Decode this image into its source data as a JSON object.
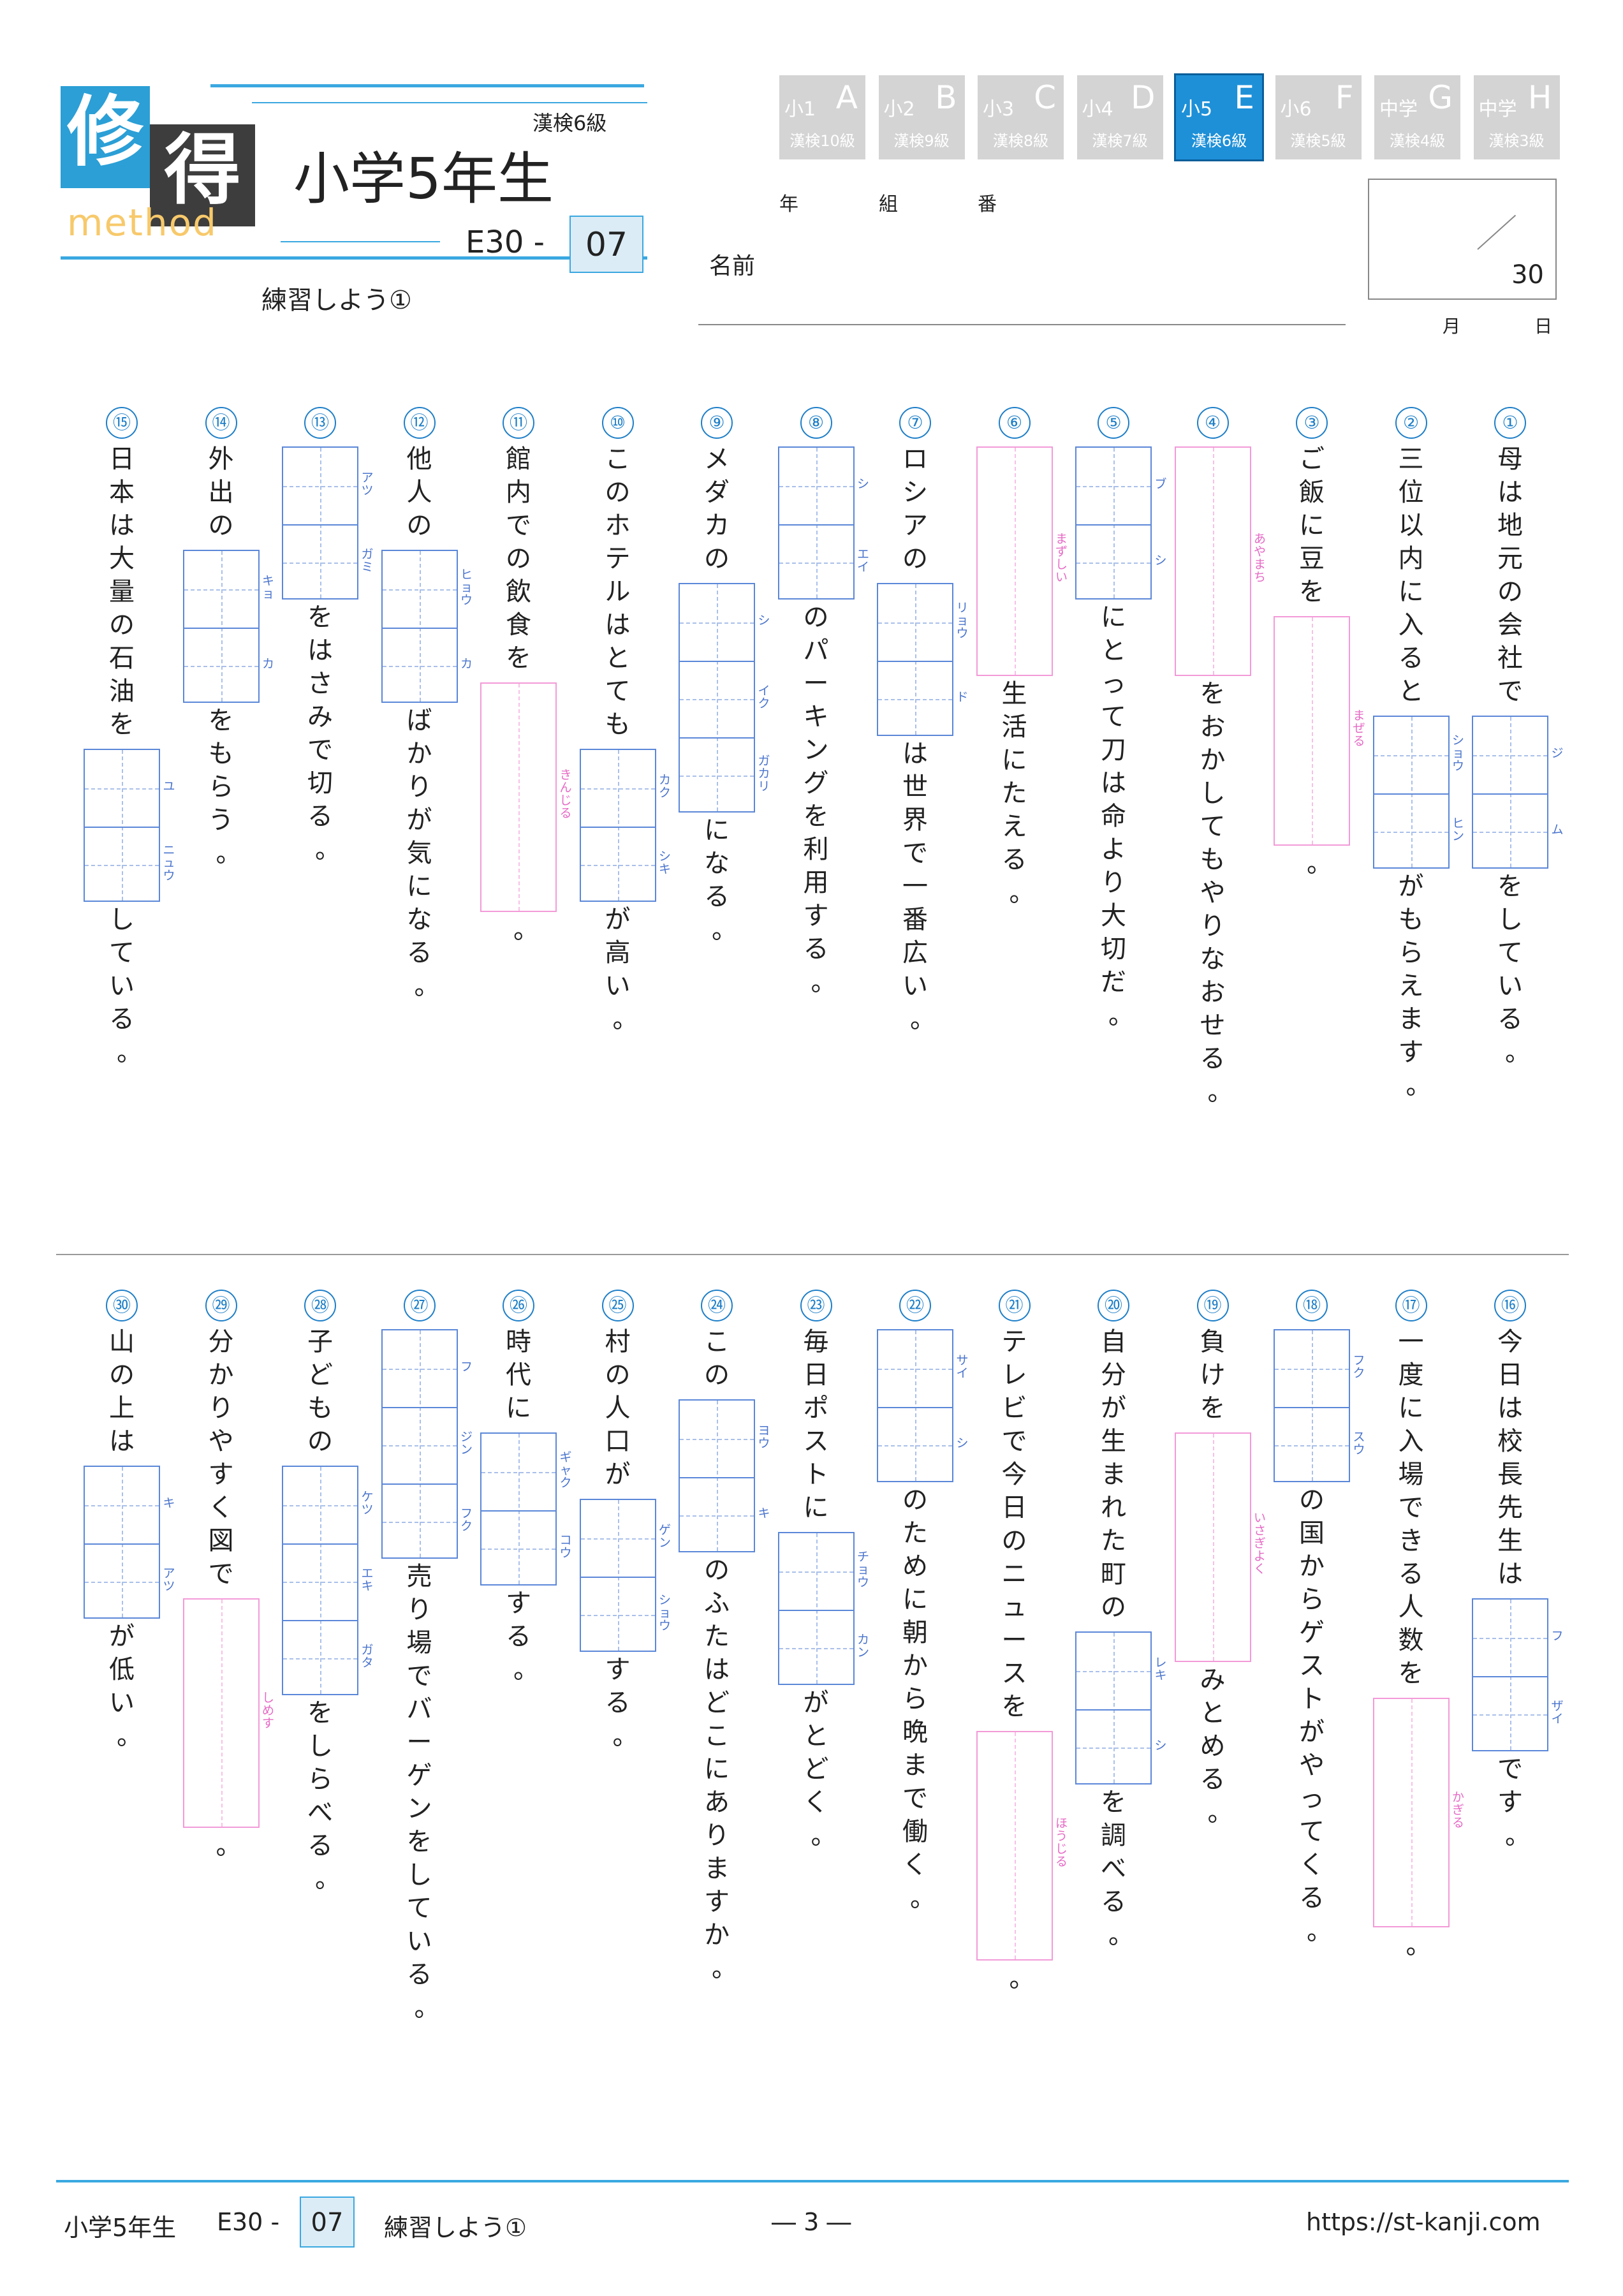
{
  "header": {
    "logo_chars": [
      "修",
      "得"
    ],
    "logo_sub": "method",
    "kanken_level": "漢検6級",
    "grade_title": "小学5年生",
    "code_prefix": "E30 -",
    "code_number": "07",
    "subtitle": "練習しよう①",
    "year_label": "年",
    "class_label": "組",
    "number_label": "番",
    "name_label": "名前",
    "score_total": "30",
    "month_label": "月",
    "day_label": "日"
  },
  "grade_tabs": [
    {
      "grade": "小1",
      "letter": "A",
      "kanken": "漢検10級",
      "active": false
    },
    {
      "grade": "小2",
      "letter": "B",
      "kanken": "漢検9級",
      "active": false
    },
    {
      "grade": "小3",
      "letter": "C",
      "kanken": "漢検8級",
      "active": false
    },
    {
      "grade": "小4",
      "letter": "D",
      "kanken": "漢検7級",
      "active": false
    },
    {
      "grade": "小5",
      "letter": "E",
      "kanken": "漢検6級",
      "active": true
    },
    {
      "grade": "小6",
      "letter": "F",
      "kanken": "漢検5級",
      "active": false
    },
    {
      "grade": "中学",
      "letter": "G",
      "kanken": "漢検4級",
      "active": false
    },
    {
      "grade": "中学",
      "letter": "H",
      "kanken": "漢検3級",
      "active": false
    }
  ],
  "colors": {
    "accent": "#2b9fd6",
    "box_blue": "#5b87d8",
    "box_pink": "#f39ad8"
  },
  "questions_top": [
    {
      "num": "①",
      "parts": [
        {
          "t": "母は地元の会社で"
        },
        {
          "box": "blue",
          "furi": [
            "ジ",
            "ム"
          ]
        },
        {
          "t": "をしている。"
        }
      ]
    },
    {
      "num": "②",
      "parts": [
        {
          "t": "三位以内に入ると"
        },
        {
          "box": "blue",
          "furi": [
            "ショウ",
            "ヒン"
          ]
        },
        {
          "t": "がもらえます。"
        }
      ]
    },
    {
      "num": "③",
      "parts": [
        {
          "t": "ご飯に豆を"
        },
        {
          "box": "pink",
          "furi": [
            "まぜる"
          ]
        },
        {
          "t": "。"
        }
      ]
    },
    {
      "num": "④",
      "parts": [
        {
          "box": "pink",
          "furi": [
            "あやまち"
          ]
        },
        {
          "t": "をおかしてもやりなおせる。"
        }
      ]
    },
    {
      "num": "⑤",
      "parts": [
        {
          "box": "blue",
          "furi": [
            "ブ",
            "シ"
          ]
        },
        {
          "t": "にとって刀は命より大切だ。"
        }
      ]
    },
    {
      "num": "⑥",
      "parts": [
        {
          "box": "pink",
          "furi": [
            "まずしい"
          ]
        },
        {
          "t": "生活にたえる。"
        }
      ]
    },
    {
      "num": "⑦",
      "parts": [
        {
          "t": "ロシアの"
        },
        {
          "box": "blue",
          "furi": [
            "リョウ",
            "ド"
          ]
        },
        {
          "t": "は世界で一番広い。"
        }
      ]
    },
    {
      "num": "⑧",
      "parts": [
        {
          "box": "blue",
          "furi": [
            "シ",
            "エイ"
          ]
        },
        {
          "t": "のパーキングを利用する。"
        }
      ]
    },
    {
      "num": "⑨",
      "parts": [
        {
          "t": "メダカの"
        },
        {
          "box": "blue",
          "furi": [
            "シ",
            "イク",
            "ガカリ"
          ]
        },
        {
          "t": "になる。"
        }
      ]
    },
    {
      "num": "⑩",
      "parts": [
        {
          "t": "このホテルはとても"
        },
        {
          "box": "blue",
          "furi": [
            "カク",
            "シキ"
          ]
        },
        {
          "t": "が高い。"
        }
      ]
    },
    {
      "num": "⑪",
      "parts": [
        {
          "t": "館内での飲食を"
        },
        {
          "box": "pink",
          "furi": [
            "きんじる"
          ]
        },
        {
          "t": "。"
        }
      ]
    },
    {
      "num": "⑫",
      "parts": [
        {
          "t": "他人の"
        },
        {
          "box": "blue",
          "furi": [
            "ヒョウ",
            "カ"
          ]
        },
        {
          "t": "ばかりが気になる。"
        }
      ]
    },
    {
      "num": "⑬",
      "parts": [
        {
          "box": "blue",
          "furi": [
            "アツ",
            "ガミ"
          ]
        },
        {
          "t": "をはさみで切る。"
        }
      ]
    },
    {
      "num": "⑭",
      "parts": [
        {
          "t": "外出の"
        },
        {
          "box": "blue",
          "furi": [
            "キョ",
            "カ"
          ]
        },
        {
          "t": "をもらう。"
        }
      ]
    },
    {
      "num": "⑮",
      "parts": [
        {
          "t": "日本は大量の石油を"
        },
        {
          "box": "blue",
          "furi": [
            "ユ",
            "ニュウ"
          ]
        },
        {
          "t": "している。"
        }
      ]
    }
  ],
  "questions_bottom": [
    {
      "num": "⑯",
      "parts": [
        {
          "t": "今日は校長先生は"
        },
        {
          "box": "blue",
          "furi": [
            "フ",
            "ザイ"
          ]
        },
        {
          "t": "です。"
        }
      ]
    },
    {
      "num": "⑰",
      "parts": [
        {
          "t": "一度に入場できる人数を"
        },
        {
          "box": "pink",
          "furi": [
            "かぎる"
          ]
        },
        {
          "t": "。"
        }
      ]
    },
    {
      "num": "⑱",
      "parts": [
        {
          "box": "blue",
          "furi": [
            "フク",
            "スウ"
          ]
        },
        {
          "t": "の国からゲストがやってくる。"
        }
      ]
    },
    {
      "num": "⑲",
      "parts": [
        {
          "t": "負けを"
        },
        {
          "box": "pink",
          "furi": [
            "いさぎよく"
          ]
        },
        {
          "t": "みとめる。"
        }
      ]
    },
    {
      "num": "⑳",
      "parts": [
        {
          "t": "自分が生まれた町の"
        },
        {
          "box": "blue",
          "furi": [
            "レキ",
            "シ"
          ]
        },
        {
          "t": "を調べる。"
        }
      ]
    },
    {
      "num": "㉑",
      "parts": [
        {
          "t": "テレビで今日のニュースを"
        },
        {
          "box": "pink",
          "furi": [
            "ほうじる"
          ]
        },
        {
          "t": "。"
        }
      ]
    },
    {
      "num": "㉒",
      "parts": [
        {
          "box": "blue",
          "furi": [
            "サイ",
            "シ"
          ]
        },
        {
          "t": "のために朝から晩まで働く。"
        }
      ]
    },
    {
      "num": "㉓",
      "parts": [
        {
          "t": "毎日ポストに"
        },
        {
          "box": "blue",
          "furi": [
            "チョウ",
            "カン"
          ]
        },
        {
          "t": "がとどく。"
        }
      ]
    },
    {
      "num": "㉔",
      "parts": [
        {
          "t": "この"
        },
        {
          "box": "blue",
          "furi": [
            "ヨウ",
            "キ"
          ]
        },
        {
          "t": "のふたはどこにありますか。"
        }
      ]
    },
    {
      "num": "㉕",
      "parts": [
        {
          "t": "村の人口が"
        },
        {
          "box": "blue",
          "furi": [
            "ゲン",
            "ショウ"
          ]
        },
        {
          "t": "する。"
        }
      ]
    },
    {
      "num": "㉖",
      "parts": [
        {
          "t": "時代に"
        },
        {
          "box": "blue",
          "furi": [
            "ギャク",
            "コウ"
          ]
        },
        {
          "t": "する。"
        }
      ]
    },
    {
      "num": "㉗",
      "parts": [
        {
          "box": "blue",
          "furi": [
            "フ",
            "ジン",
            "フク"
          ]
        },
        {
          "t": "売り場でバーゲンをしている。"
        }
      ]
    },
    {
      "num": "㉘",
      "parts": [
        {
          "t": "子どもの"
        },
        {
          "box": "blue",
          "furi": [
            "ケツ",
            "エキ",
            "ガタ"
          ]
        },
        {
          "t": "をしらべる。"
        }
      ]
    },
    {
      "num": "㉙",
      "parts": [
        {
          "t": "分かりやすく図で"
        },
        {
          "box": "pink",
          "furi": [
            "しめす"
          ]
        },
        {
          "t": "。"
        }
      ]
    },
    {
      "num": "㉚",
      "parts": [
        {
          "t": "山の上は"
        },
        {
          "box": "blue",
          "furi": [
            "キ",
            "アツ"
          ]
        },
        {
          "t": "が低い。"
        }
      ]
    }
  ],
  "footer": {
    "grade_title": "小学5年生",
    "code_prefix": "E30 -",
    "code_number": "07",
    "subtitle": "練習しよう①",
    "page": "― 3 ―",
    "url": "https://st-kanji.com"
  }
}
